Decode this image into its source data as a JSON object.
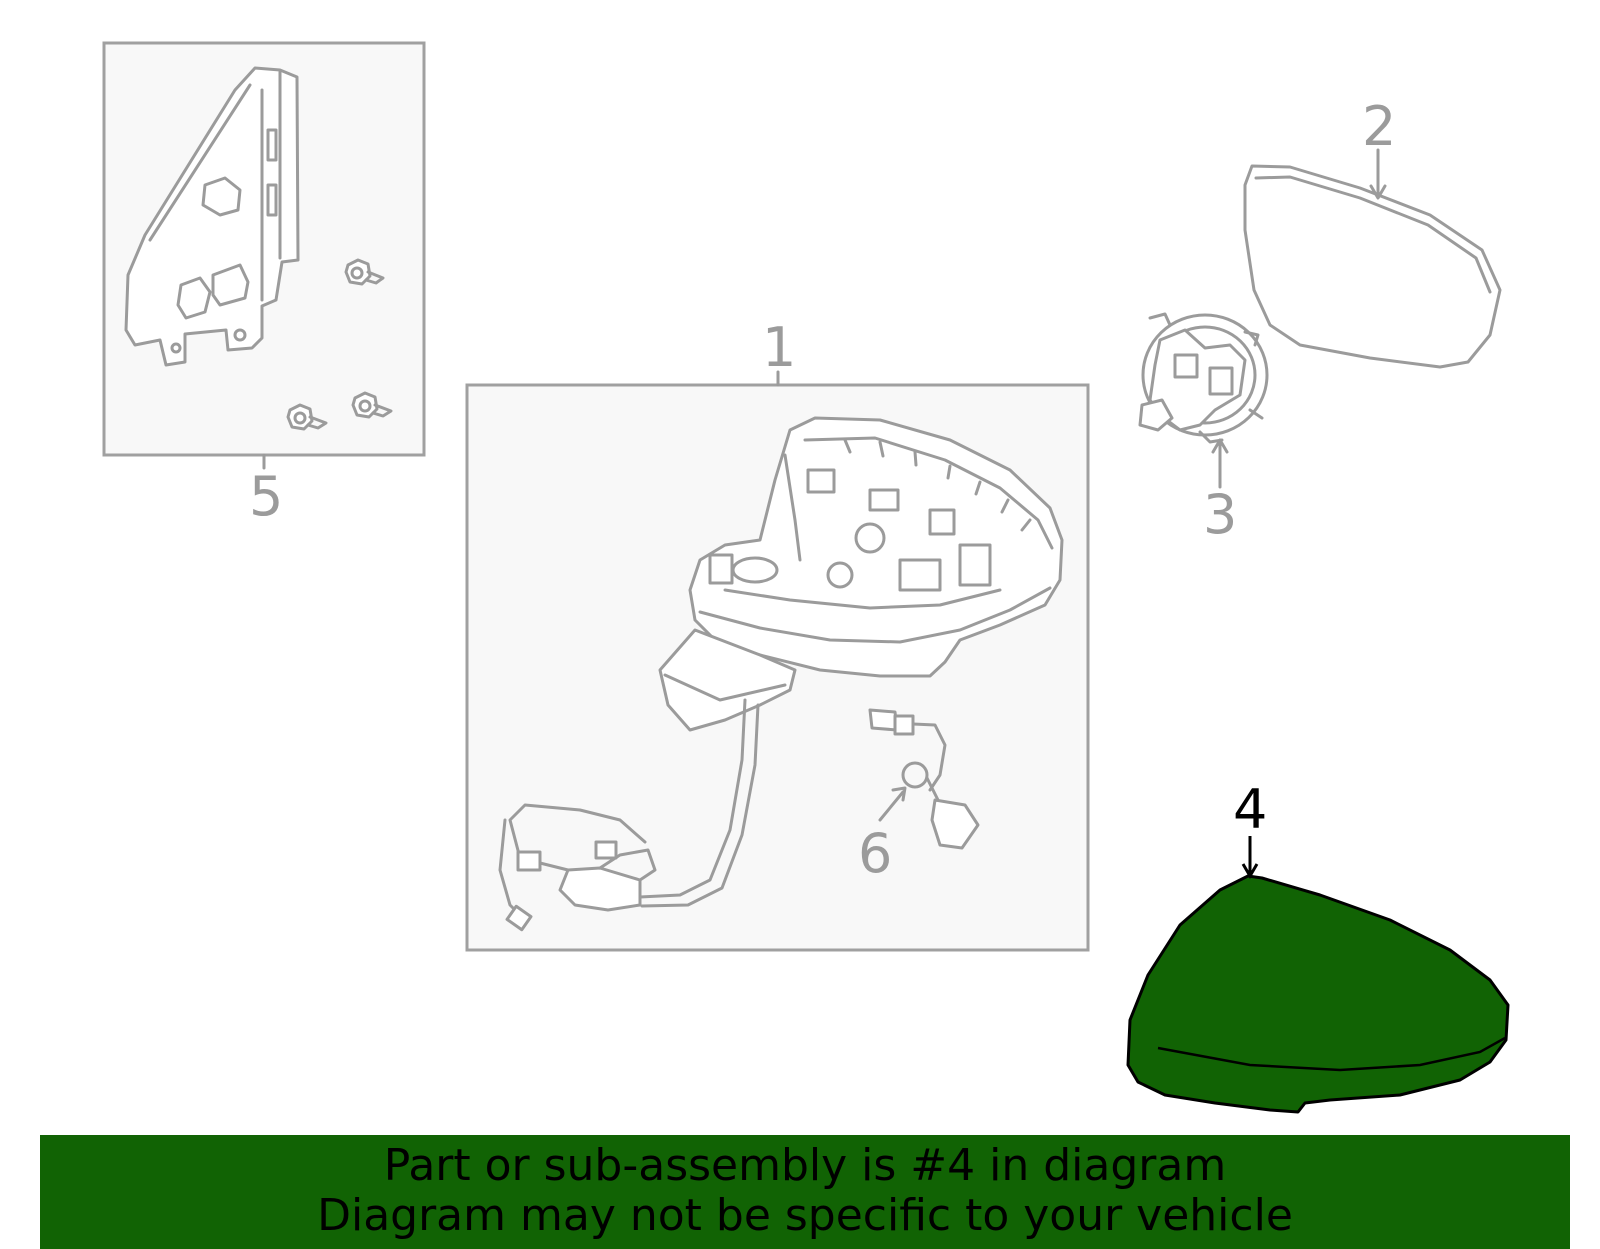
{
  "callouts": {
    "c1": "1",
    "c2": "2",
    "c3": "3",
    "c4": "4",
    "c5": "5",
    "c6": "6"
  },
  "highlight_part": "4",
  "colors": {
    "highlight": "#116304",
    "line": "#9b9b9b",
    "box_fill": "#f8f8f8"
  },
  "banner": {
    "line1": "Part or sub-assembly is #4 in diagram",
    "line2": "Diagram may not be specific to your vehicle"
  }
}
